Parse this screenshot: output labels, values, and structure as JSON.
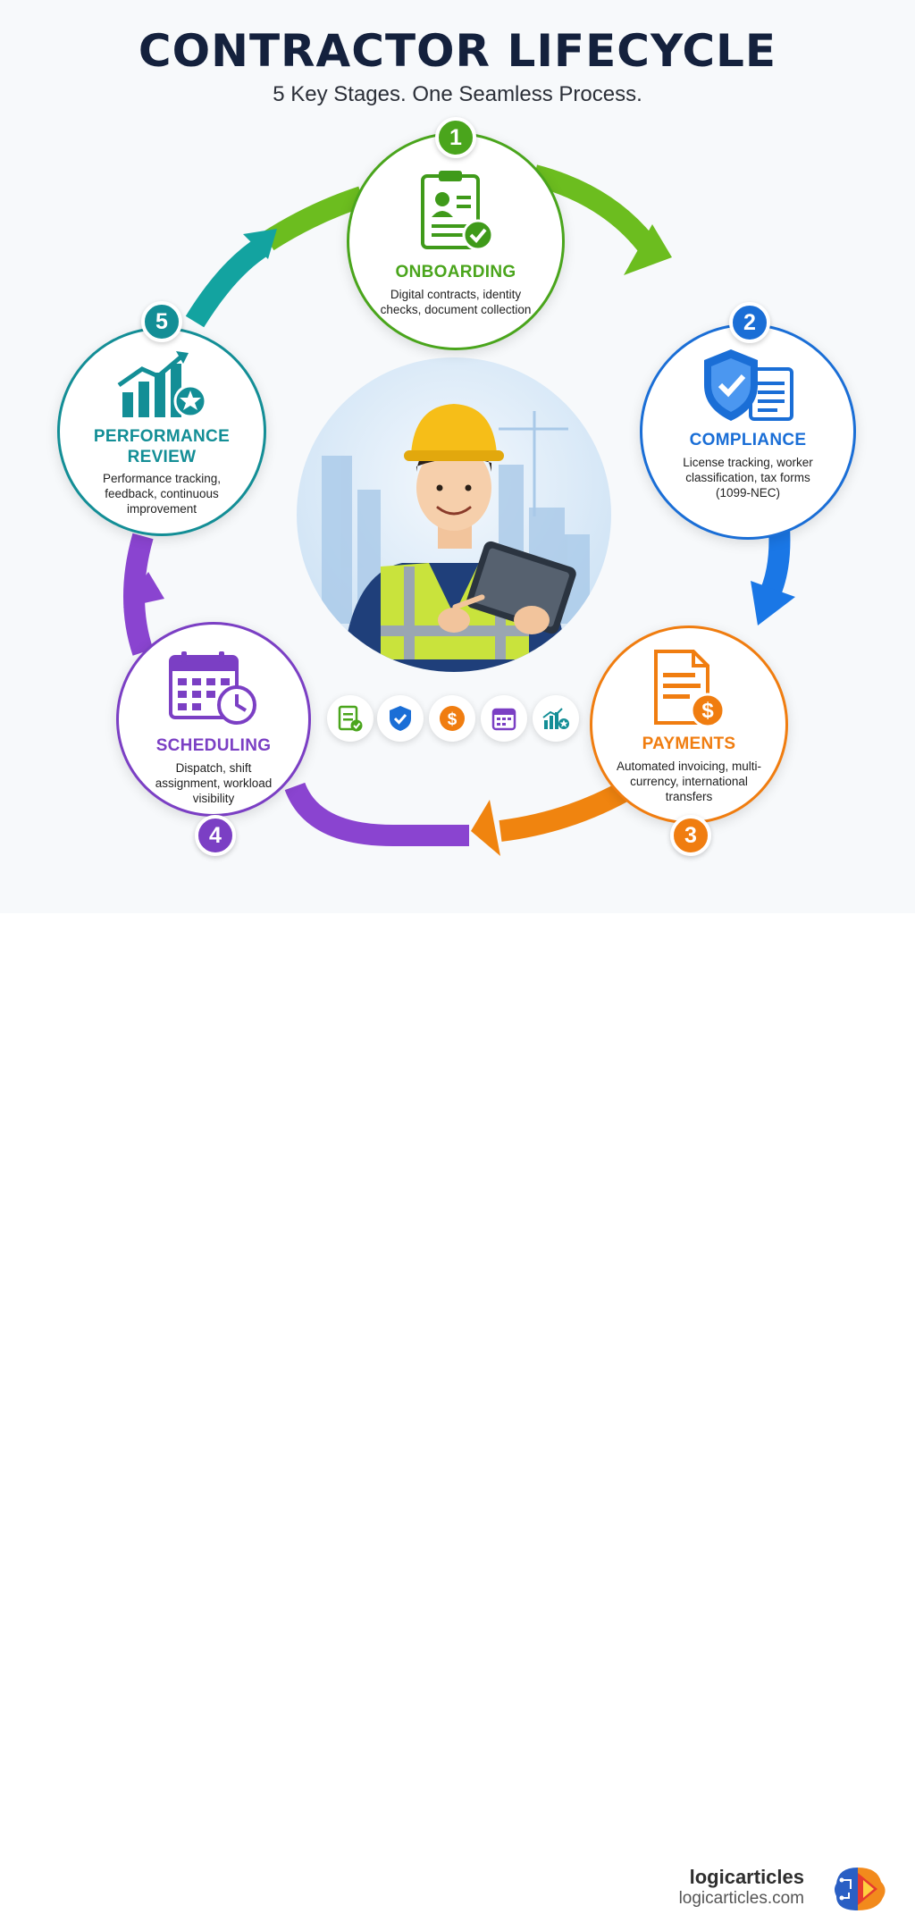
{
  "header": {
    "title": "CONTRACTOR LIFECYCLE",
    "subtitle": "5 Key Stages. One Seamless Process."
  },
  "stages": [
    {
      "number": "1",
      "title": "ONBOARDING",
      "description": "Digital contracts, identity checks, document collection",
      "color": "#4aa51c",
      "icon": "clipboard-check-icon"
    },
    {
      "number": "2",
      "title": "COMPLIANCE",
      "description": "License tracking, worker classification, tax forms (1099-NEC)",
      "color": "#1a6ed6",
      "icon": "shield-check-icon"
    },
    {
      "number": "3",
      "title": "PAYMENTS",
      "description": "Automated invoicing, multi-currency, international transfers",
      "color": "#f07d10",
      "icon": "invoice-dollar-icon"
    },
    {
      "number": "4",
      "title": "SCHEDULING",
      "description": "Dispatch, shift assignment, workload visibility",
      "color": "#7b3fc4",
      "icon": "calendar-clock-icon"
    },
    {
      "number": "5",
      "title": "PERFORMANCE REVIEW",
      "description": "Performance tracking, feedback, continuous improvement",
      "color": "#138e96",
      "icon": "chart-star-icon"
    }
  ],
  "center_illustration": "contractor-with-tablet",
  "mini_icons": [
    "clipboard-check-icon",
    "shield-check-icon",
    "dollar-coin-icon",
    "calendar-icon",
    "chart-star-icon"
  ],
  "footer": {
    "brand_name": "logicarticles",
    "brand_url": "logicarticles.com",
    "logo": "logicarticles-logo-icon"
  }
}
